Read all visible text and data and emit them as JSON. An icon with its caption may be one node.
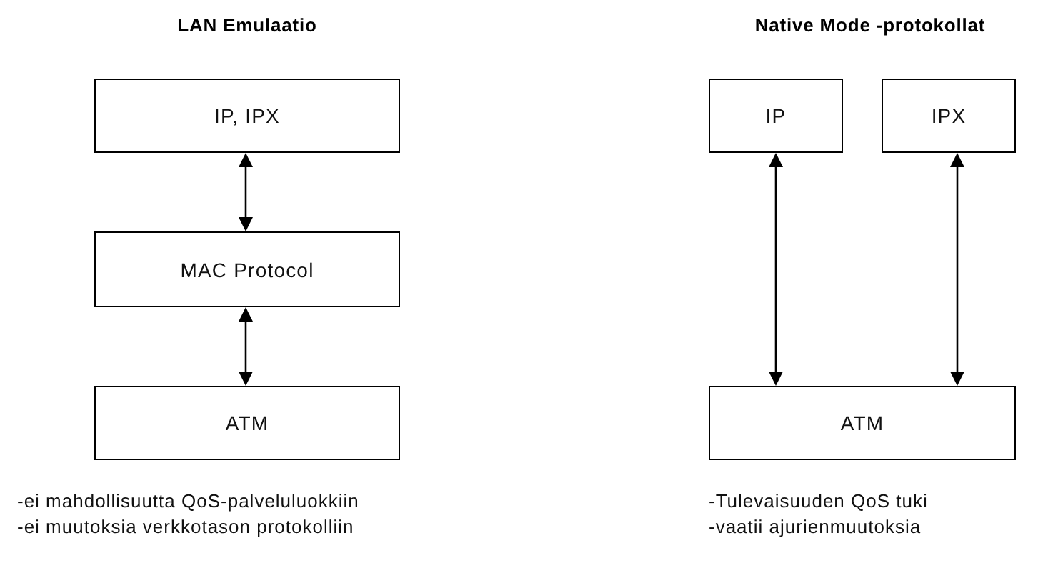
{
  "diagram": {
    "nodes": [
      {
        "text": [
          "IP, IPX"
        ]
      },
      {
        "text": [
          "MAC Protocol"
        ]
      },
      {
        "text": [
          "ATM"
        ]
      },
      {
        "text": [
          "IP"
        ]
      },
      {
        "text": [
          "IPX"
        ]
      },
      {
        "text": [
          "ATM"
        ]
      }
    ],
    "edges": [
      {
        "from": 0,
        "to": 1,
        "arrow": "both"
      },
      {
        "from": 1,
        "to": 2,
        "arrow": "both"
      },
      {
        "from": 3,
        "to": 5,
        "arrow": "both"
      },
      {
        "from": 4,
        "to": 5,
        "arrow": "both"
      }
    ],
    "labels": [
      "LAN Emulaatio",
      "Native Mode -protokollat",
      "-ei mahdollisuutta QoS-palveluluokkiin",
      "-ei muutoksia verkkotason protokolliin",
      "-Tulevaisuuden QoS tuki",
      "-vaatii ajurienmuutoksia"
    ]
  }
}
